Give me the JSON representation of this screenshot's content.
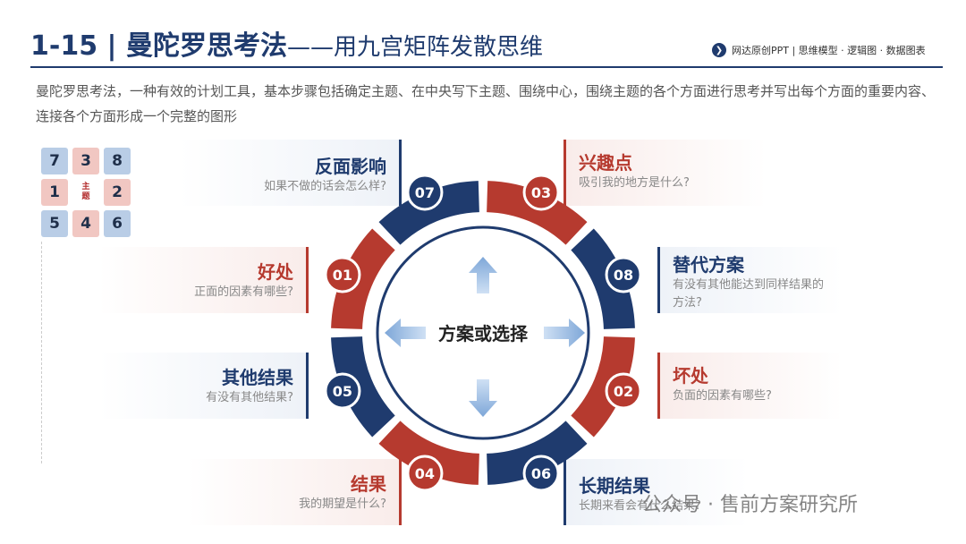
{
  "header": {
    "title_prefix": "1-15",
    "title_main": "曼陀罗思考法",
    "title_sub": "——用九宫矩阵发散思维",
    "tagline": "网达原创PPT | 思维模型 · 逻辑图 · 数据图表"
  },
  "description": "曼陀罗思考法，一种有效的计划工具，基本步骤包括确定主题、在中央写下主题、围绕中心，围绕主题的各个方面进行思考并写出每个方面的重要内容、连接各个方面形成一个完整的图形",
  "grid": {
    "cells": [
      "7",
      "3",
      "8",
      "1",
      "主\n题",
      "2",
      "5",
      "4",
      "6"
    ]
  },
  "center_label": "方案或选择",
  "segments": [
    {
      "num": "07",
      "title": "反面影响",
      "desc": "如果不做的话会怎么样?"
    },
    {
      "num": "03",
      "title": "兴趣点",
      "desc": "吸引我的地方是什么?"
    },
    {
      "num": "08",
      "title": "替代方案",
      "desc": "有没有其他能达到同样结果的方法?"
    },
    {
      "num": "02",
      "title": "坏处",
      "desc": "负面的因素有哪些?"
    },
    {
      "num": "06",
      "title": "长期结果",
      "desc": "长期来看会有什么结果?"
    },
    {
      "num": "04",
      "title": "结果",
      "desc": "我的期望是什么?"
    },
    {
      "num": "05",
      "title": "其他结果",
      "desc": "有没有其他结果?"
    },
    {
      "num": "01",
      "title": "好处",
      "desc": "正面的因素有哪些?"
    }
  ],
  "colors": {
    "navy": "#1f3b6e",
    "red": "#b63a2f"
  },
  "watermark": "公众号 · 售前方案研究所"
}
